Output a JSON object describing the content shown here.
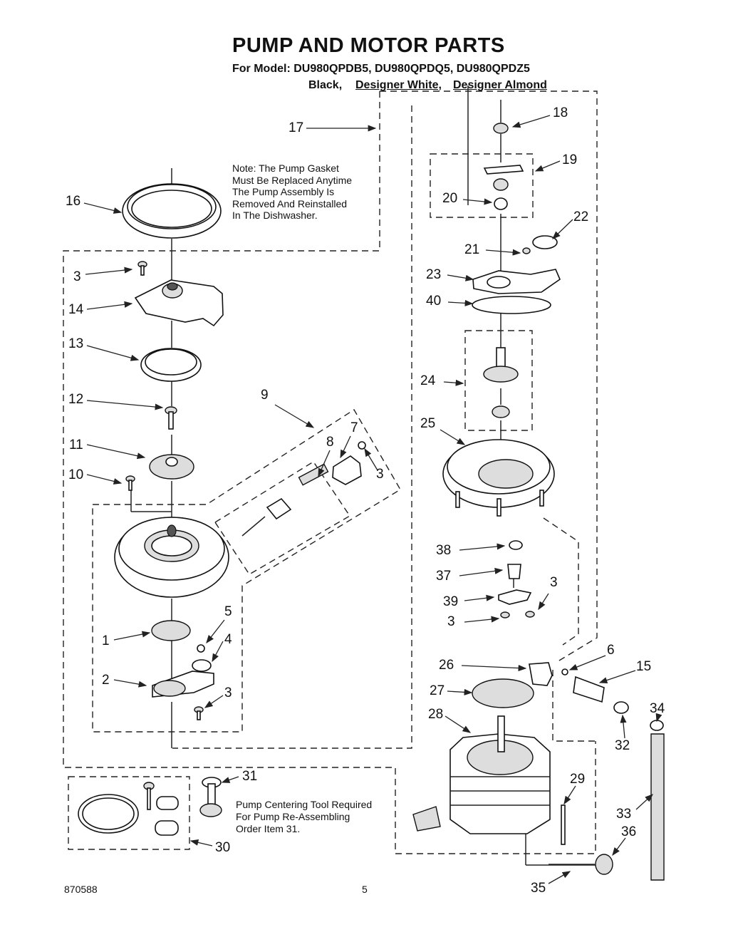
{
  "header": {
    "title": "PUMP AND MOTOR PARTS",
    "model_line": "For Model: DU980QPDB5, DU980QPDQ5, DU980QPDZ5",
    "colors": [
      "Black,",
      "Designer White,",
      "Designer Almond"
    ]
  },
  "note_lines": [
    "Note: The Pump Gasket",
    "Must Be Replaced Anytime",
    "The Pump Assembly Is",
    "Removed And Reinstalled",
    "In The Dishwasher."
  ],
  "tool_note_lines": [
    "Pump Centering Tool Required",
    "For Pump Re-Assembling",
    "Order Item 31."
  ],
  "callouts": {
    "c1": "1",
    "c2": "2",
    "c3a": "3",
    "c3b": "3",
    "c3c": "3",
    "c3d": "3",
    "c3e": "3",
    "c4": "4",
    "c5": "5",
    "c6": "6",
    "c7": "7",
    "c8": "8",
    "c9": "9",
    "c10": "10",
    "c11": "11",
    "c12": "12",
    "c13": "13",
    "c14": "14",
    "c15": "15",
    "c16": "16",
    "c17": "17",
    "c18": "18",
    "c19": "19",
    "c20": "20",
    "c21": "21",
    "c22": "22",
    "c23": "23",
    "c24": "24",
    "c25": "25",
    "c26": "26",
    "c27": "27",
    "c28": "28",
    "c29": "29",
    "c30": "30",
    "c31": "31",
    "c32": "32",
    "c33": "33",
    "c34": "34",
    "c35": "35",
    "c36": "36",
    "c37": "37",
    "c38": "38",
    "c39": "39",
    "c40": "40"
  },
  "footer": {
    "doc_number": "870588",
    "page_number": "5"
  }
}
